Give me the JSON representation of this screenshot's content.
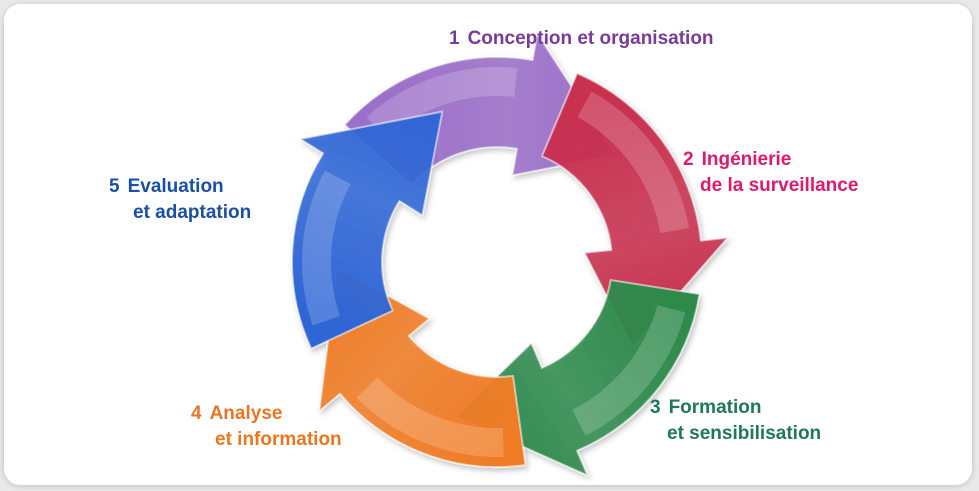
{
  "steps": [
    {
      "number": "1",
      "line1": "Conception et organisation",
      "line2": "",
      "color": "#9b6fc8"
    },
    {
      "number": "2",
      "line1": "Ingénierie",
      "line2": "de la surveillance",
      "color": "#c8304f"
    },
    {
      "number": "3",
      "line1": "Formation",
      "line2": "et sensibilisation",
      "color": "#2e8a4c"
    },
    {
      "number": "4",
      "line1": "Analyse",
      "line2": "et information",
      "color": "#f07c26"
    },
    {
      "number": "5",
      "line1": "Evaluation",
      "line2": "et adaptation",
      "color": "#2f66d6"
    }
  ]
}
